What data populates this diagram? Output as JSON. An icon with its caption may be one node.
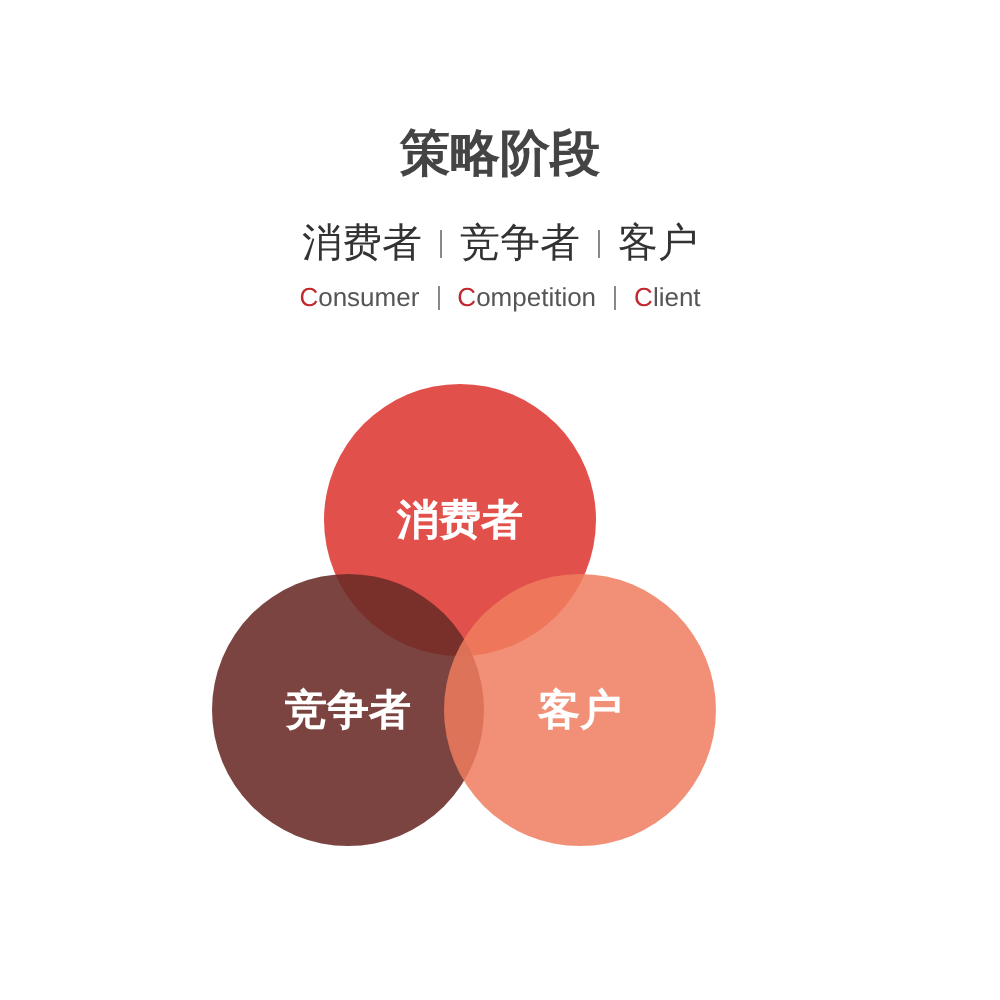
{
  "diagram": {
    "title": "策略阶段",
    "nodes": [
      {
        "text": [
          "消费者"
        ]
      },
      {
        "text": [
          "竞争者"
        ]
      },
      {
        "text": [
          "客户"
        ]
      }
    ],
    "labels": [
      "消费者",
      "竞争者",
      "客户",
      "Consumer",
      "Competition",
      "Client"
    ]
  }
}
